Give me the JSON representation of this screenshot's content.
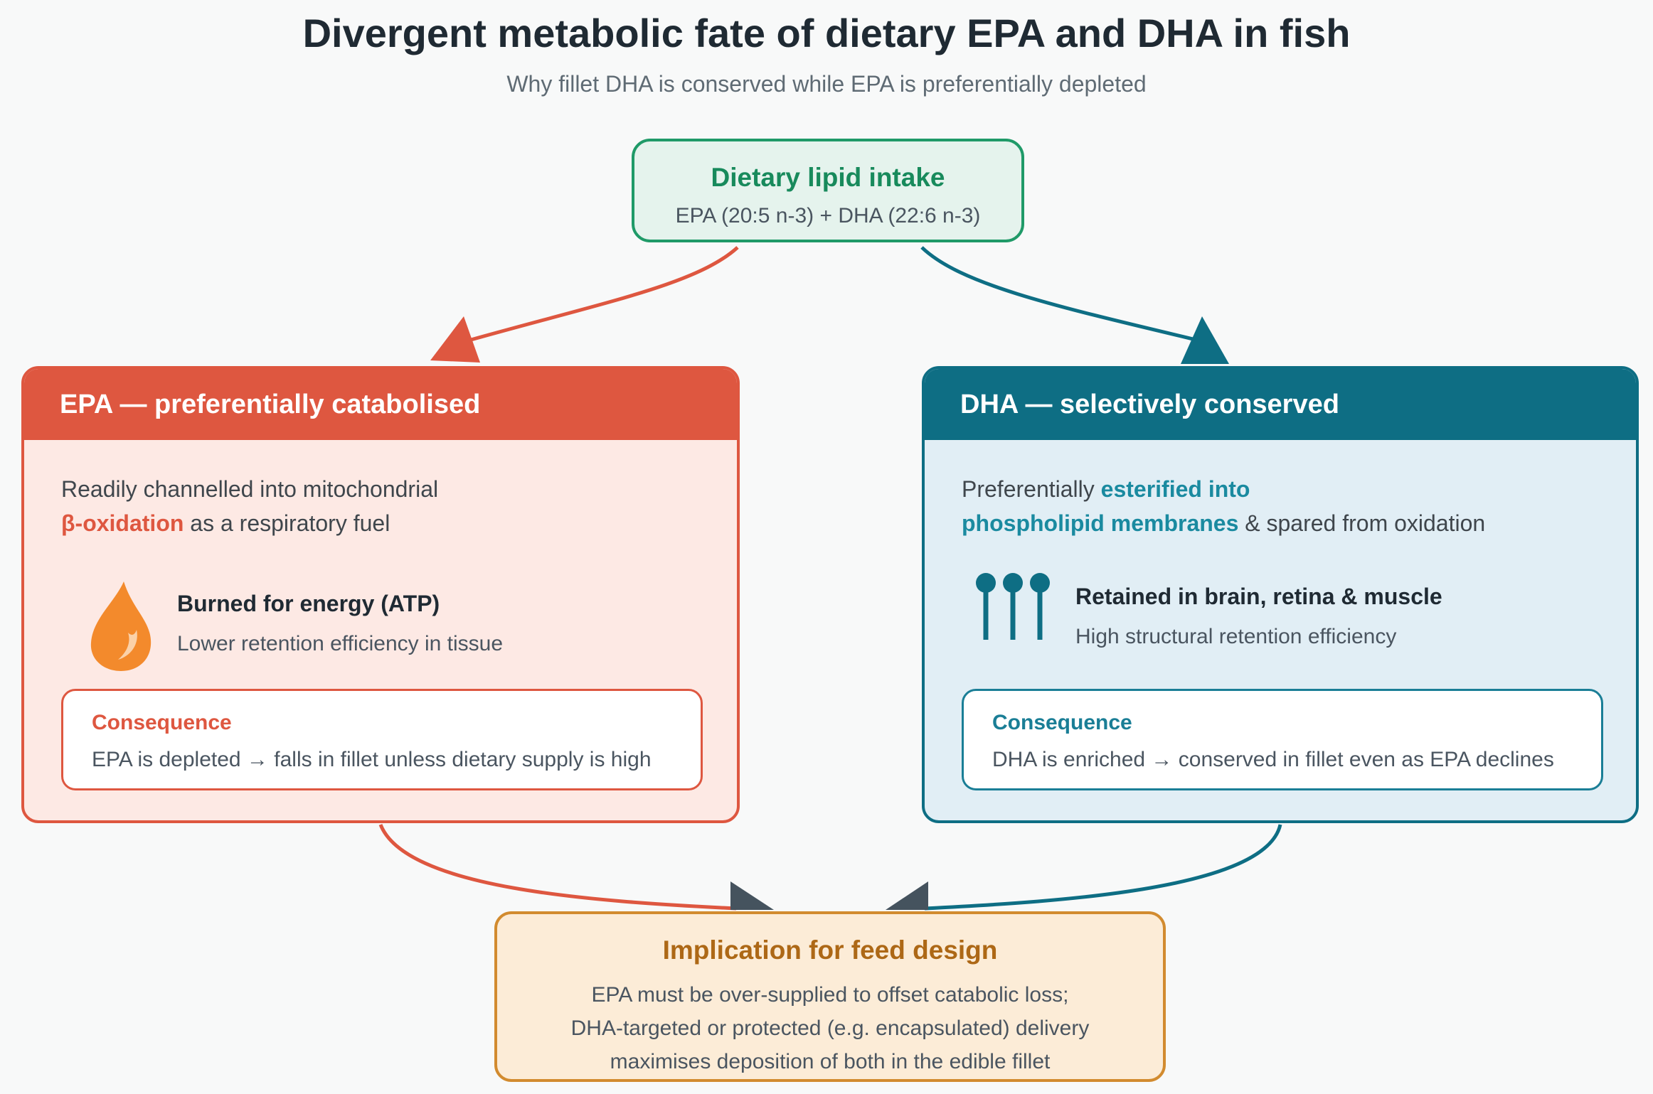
{
  "title": "Divergent metabolic fate of dietary EPA and DHA in fish",
  "subtitle": "Why fillet DHA is conserved while EPA is preferentially depleted",
  "intake": {
    "heading": "Dietary lipid intake",
    "sub": "EPA (20:5 n-3) + DHA (22:6 n-3)"
  },
  "epa": {
    "header": "EPA — preferentially catabolised",
    "desc_line1": "Readily channelled into mitochondrial",
    "desc_highlight": "β-oxidation",
    "desc_rest": " as a respiratory fuel",
    "fact_title": "Burned for energy (ATP)",
    "fact_sub": "Lower retention efficiency in tissue",
    "consequence_label": "Consequence",
    "consequence_text": "EPA is depleted → falls in fillet unless dietary supply is high",
    "icon": "flame-icon",
    "color": "#de5740"
  },
  "dha": {
    "header": "DHA — selectively conserved",
    "desc_prefix": "Preferentially ",
    "desc_highlight1": "esterified into",
    "desc_highlight2": "phospholipid membranes",
    "desc_rest": " & spared from oxidation",
    "fact_title": "Retained in brain, retina & muscle",
    "fact_sub": "High structural retention efficiency",
    "consequence_label": "Consequence",
    "consequence_text": "DHA is enriched → conserved in fillet even as EPA declines",
    "icon": "phospholipid-icon",
    "color": "#0e6e84"
  },
  "implication": {
    "heading": "Implication for feed design",
    "line1": "EPA must be over-supplied to offset catabolic loss;",
    "line2": "DHA-targeted or protected (e.g. encapsulated) delivery",
    "line3": "maximises deposition of both in the edible fillet"
  }
}
